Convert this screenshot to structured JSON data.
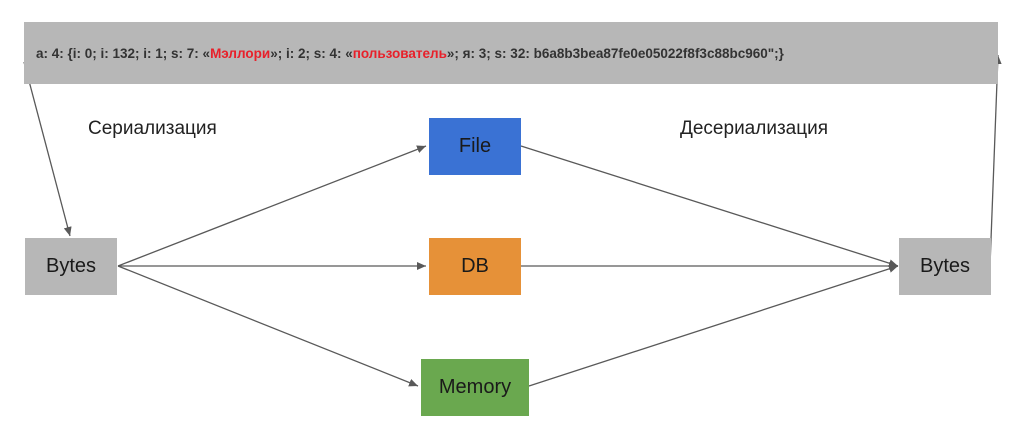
{
  "banner": {
    "parts": [
      {
        "text": "a: 4: {i: 0; i: 132; i: 1; s: 7: « ",
        "highlight": false
      },
      {
        "text": "Мэллори",
        "highlight": true
      },
      {
        "text": " »; i: 2; s: 4: « ",
        "highlight": false
      },
      {
        "text": "пользователь",
        "highlight": true
      },
      {
        "text": " »; я: 3; s: 32: b6a8b3bea87fe0e05022f8f3c88bc960\";}",
        "highlight": false
      }
    ]
  },
  "labels": {
    "serialization": "Сериализация",
    "deserialization": "Десериализация"
  },
  "nodes": {
    "bytes_left": "Bytes",
    "bytes_right": "Bytes",
    "file": "File",
    "db": "DB",
    "memory": "Memory"
  },
  "colors": {
    "file": "#3a72d4",
    "db": "#e69138",
    "memory": "#6aa84f",
    "bytes": "#b7b7b7",
    "banner": "#b7b7b7",
    "highlight": "#e8202a",
    "arrow": "#595959"
  }
}
